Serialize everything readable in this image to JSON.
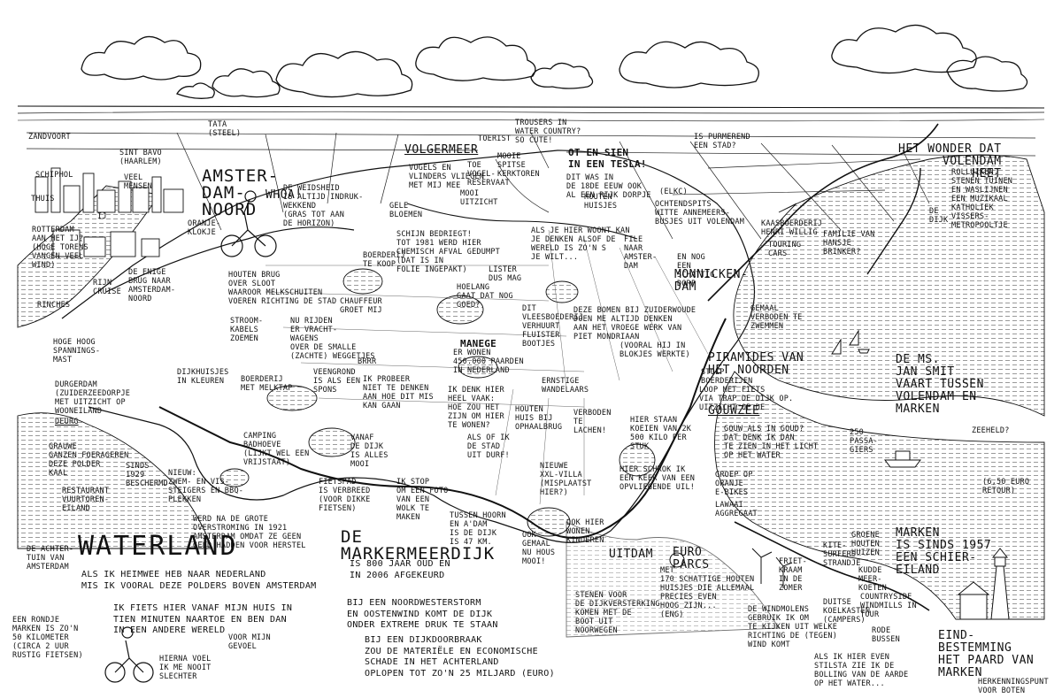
{
  "map": {
    "title": "WATERLAND",
    "colors": {
      "ink": "#111111",
      "paper": "#ffffff",
      "water_hatch": "#444444"
    }
  },
  "places": {
    "zandvoort": "ZANDVOORT",
    "tata": "TATA\n(STEEL)",
    "sint_bavo": "SINT BAVO\n(HAARLEM)",
    "schiphol": "SCHIPHOL",
    "thuis": "THUIS",
    "veel_mensen": "VEEL\nMENSEN",
    "amsterdam_noord": "AMSTER-\nDAM-\nNOORD",
    "whoa": "WHOA!",
    "volgermeer": "VOLGERMEER",
    "mooi_uitzicht": "MOOI\nUITZICHT",
    "houten_huisjes": "HOUTEN\nHUISJES",
    "monnickendam": "MONNICKEN-\nDAM",
    "volendam": "HET WONDER DAT\nVOLENDAM\nHEET",
    "de_dijk": "DE\nDIJK",
    "manege": "MANEGE",
    "uitdam": "UITDAM",
    "euro_parcs": "EURO\nPARCS",
    "markermeerdijk": "DE\nMARKERMEERDIJK",
    "marken": "MARKEN\nIS SINDS 1957\nEEN SCHIER-\nEILAND",
    "paard_van_marken": "EIND-\nBESTEMMING\nHET PAARD VAN MARKEN",
    "herkenningspunt": "HERKENNINGSPUNT\nVOOR BOTEN",
    "ms_jan_smit": "DE MS.\nJAN SMIT\nVAART TUSSEN\nVOLENDAM EN\nMARKEN",
    "gouwzee": "GOUWZEE",
    "piramides": "PIRAMIDES VAN\nHET NOORDEN",
    "durgerdam": "DURGERDAM\n(ZUIDERZEEDORPJE\nMET UITZICHT OP\nWOONEILAND",
    "durgerdam_ul": "DEURG",
    "nieuw": "NIEUW:\nZWEM- EN VIS-\nSTEIGERS EN BBQ-\nPLEKKEN",
    "restaurant": "RESTAURANT\nVUURTOREN-\nEILAND",
    "camping": "CAMPING\nBADHOEVE\n(LIJKT WEL EEN\nVRIJSTAAT)",
    "rinches": "RINCHES",
    "ij_label": "IJ"
  },
  "annotations": {
    "trousers": "TROUSERS IN\nWATER COUNTRY?\nSO CUTE!",
    "toerist": "TOERIST",
    "mooie_spitse": "MOOIE\nSPITSE\nKERKTOREN",
    "ot_en_sien": "OT EN SIEN\nIN EEN TESLA!",
    "dit_was": "DIT WAS IN\nDE 18DE EEUW OOK\nAL EEN RIJK DORPJE",
    "is_purmerend": "IS PURMEREND\nEEN STAD?",
    "vogels": "VOGELS EN\nVLINDERS VLIEGEN\nMET MIJ MEE",
    "toe_vogel": "TOE\nVOGEL-\nRESERVAAT",
    "ochtendspits": "OCHTENDSPITS\nWITTE ANNEMEERS-\nBUSJES UIT VOLENDAM",
    "kaasboerderij": "KAASBOERDERIJ\nHENRI WILLIG",
    "familie_hansje": "FAMILIE VAN\nHANSJE\nBRINKER?",
    "rolluiken": "ROLLUIKEN,\nSTENEN TUINEN\nEN WASLIJNEN\nEEN MUZIKAAL\nKATHOLIEK\nVISSERS-\nMETROPOOLTJE",
    "weidsheid": "DE WEIDSHEID\nIS ALTIJD INDRUK-\nWEKKEND\n(GRAS TOT AAN\nDE HORIZON)",
    "schijn": "SCHIJN BEDRIEGT!\nTOT 1981 WERD HIER\nCHEMISCH AFVAL GEDUMPT\n(DAT IS IN\nFOLIE INGEPAKT)",
    "hoelang": "HOELANG\nGAAT DAT NOG\nGOED?",
    "ik_wonen": "ALS JE HIER WOONT KAN\nJE DENKEN ALSOF DE\nWERELD IS ZO'N S\nJE WILT...",
    "file": "FILE\nNAAR\nAMSTER-\nDAM",
    "en_nog": "EN NOG\nEEN\nSCHATTIG\nDORP",
    "rotterdam": "ROTTERDAM\nAAN HET IJ?\n(HOGE TORENS\nVANGEN VEEL\nWIND)",
    "enige_brug": "DE ENIGE\nBRUG NAAR\nAMSTERDAM-\nNOORD",
    "houten_brug": "HOUTEN BRUG\nOVER SLOOT\nWAAROOR MELKSCHUITEN\nVOEREN RICHTING DE STAD",
    "chauffeur": "CHAUFFEUR\nGROET MIJ",
    "nu_rijden": "NU RIJDEN\nER VRACHT-\nWAGENS\nOVER DE SMALLE\n(ZACHTE) WEGGETJES",
    "stroomkabels": "STROOM-\nKABELS\nZOEMEN",
    "hoge_spanning": "HOGE HOOG\nSPANNINGS-\nMAST",
    "dijkhuisjes": "DIJKHUISJES\nIN KLEUREN",
    "boerderij_melktap": "BOERDERIJ\nMET MELKTAP",
    "veengrond": "VEENGROND\nIS ALS EEN\nSPONS",
    "brrr": "BRRR",
    "probeer": "IK PROBEER\nNIET TE DENKEN\nAAN HOE DIT MIS\nKAN GAAN",
    "er_wonen": "ER WONEN\n450.000 PAARDEN\nIN NEDERLAND",
    "bomen": "DEZE BOMEN BIJ ZUIDERWOUDE\nDOEN ME ALTIJD DENKEN\nAAN HET VROEGE WERK VAN\nPIET MONDRIAAN",
    "vooral": "(VOORAL HIJ IN\nBLOKJES WERKTE)",
    "ernstige": "ERNSTIGE\nWANDELAARS",
    "ik_denk": "IK DENK HIER\nHEEL VAAK:\nHOE ZOU HET\nZIJN OM HIER\nTE WONEN?",
    "houten_huis": "HOUTEN\nHUIS BIJ\nOPHAALBRUG",
    "verboden": "VERBODEN\nTE\nLACHEN!",
    "kosten": "HIER STAAN\nKOEIEN VAN 2K\n500 KILO PER\nSTUK",
    "stolp": "STOLP\nBOERDERIJEN",
    "loop_fiets": "LOOP MET FIETS\nVIA TRAP DE DIJK OP.\nUITZICHT OP DE",
    "goud": "GOUW ALS IN GOUD?\nDAT DENK IK DAN\nTE ZIEN IN HET LICHT\nOP HET WATER",
    "passagiers": "250\nPASSA-\nGIERS",
    "zeeheld": "ZEEHELD?",
    "retour": "(6,50 EURO\nRETOUR)",
    "als_ik_durf": "ALS OF IK\nDE STAD\nUIT DURF!",
    "ik_stop": "IK STOP\nOM EEN FOTO\nVAN EEN\nWOLK TE\nMAKEN",
    "nieuwe_villa": "NIEUWE\nXXL-VILLA\n(MISPLAATST\nHIER?)",
    "schrok": "HIER SCHROK IK\nEEN KEER VAN EEN\nOPVLIEGENDE UIL!",
    "groep": "GROEP OP\nORANJE\nE-BIKES",
    "tussen_hoorn": "TUSSEN HOORN\nEN A'DAM\nIS DE DIJK\nIS 47 KM.",
    "ook_hier": "OOK HIER\nWONEN\nKINDEREN",
    "ook_gemaal": "OOK\nGEMAAL\nNU HOUS\nMOOI!",
    "stenen": "STENEN VOOR\nDE DIJKVERSTERKING\nKOMEN MET DE\nBOOT UIT\nNOORWEGEN",
    "schattige": "MET\n170 SCHATTIGE HOUTEN\nHUISJES DIE ALLEMAAL\nPRECIES EVEN\nHOOG ZIJN...\n(ENG)",
    "frietkraam": "FRIET-\nKRAAM\nIN DE\nZOMER",
    "kitesurfers": "KITE-\nSURFERS\nSTRANDJE",
    "kudde": "KUDDE\nMEER-\nKOETEN",
    "windmolens": "DE WINDMOLENS\nGEBRUIK IK OM\nTE KIJKEN UIT WELKE\nRICHTING DE (TEGEN)\nWIND KOMT",
    "duitse": "DUITSE\nKOELKASTEN\n(CAMPERS)",
    "countryside": "COUNTRYSIDE\nWINDMILLS IN\nTOUR",
    "rode_bussen": "RODE\nBUSSEN",
    "groene_houten": "GROENE\nHOUTEN\nHUIZEN",
    "als_ik_hier": "ALS IK HIER EVEN\nSTILSTA ZIE IK DE\nBOLLING VAN DE AARDE\nOP HET WATER...",
    "werd_na": "WERD NA DE GROTE\nOVERSTROMING IN 1921\nAMSTERDAM OMDAT ZE GEEN\nGELD HADDEN VOOR HERSTEL",
    "markermeerdijk_age": "IS 800 JAAR OUD EN\nIN 2006 AFGEKEURD",
    "noordwesterstorm": "BIJ EEN NOORDWESTERSTORM\nEN OOSTENWIND KOMT DE DIJK\nONDER EXTREME DRUK TE STAAN",
    "dijkdoorbraak": "BIJ EEN DIJKDOORBRAAK\nZOU DE MATERIËLE EN ECONOMISCHE\nSCHADE IN HET ACHTERLAND\nOPLOPEN TOT ZO'N 25 MILJARD (EURO)",
    "achtertuin": "DE ACHTER-\nTUIN VAN\nAMSTERDAM",
    "heimwee": "ALS IK HEIMWEE HEB NAAR NEDERLAND\nMIS IK VOORAL DEZE POLDERS BOVEN AMSTERDAM",
    "fiets_hier": "IK FIETS HIER VANAF MIJN HUIS IN\nTIEN MINUTEN NAARTOE EN BEN DAN\nIN EEN ANDERE WERELD",
    "voor_mijn": "VOOR MIJN\nGEVOEL",
    "rondje": "EEN RONDJE\nMARKEN IS ZO'N\n50 KILOMETER\n(CIRCA 2 UUR\nRUSTIG FIETSEN)",
    "hierna": "HIERNA VOEL\nIK ME NOOIT\nSLECHTER",
    "grauwe": "GRAUWE\nGANZEN FOERAGEREN\nDEZE POLDER\nKAAL",
    "sinds_1929": "SINDS\n1929\nBESCHERMD",
    "fietspad": "FIETSPAD\nIS VERBREED\n(VOOR DIKKE\nFIETSEN)",
    "vanaf": "VANAF\nDE DIJK\nIS ALLES\nMOOI",
    "boerderij_koop": "BOERDERIJ\nTE KOOP",
    "gele_bloemen": "GELE\nBLOEMEN",
    "vleesboerderij": "DIT\nVLEESBOEDERIJ\nVERHUURT\nFLUISTER\nBOOTJES",
    "lister": "LISTER\nDUS MAG",
    "gemaal": "GEMAAL\nVERBODEN TE\nZWEMMEN",
    "lawaai": "LAWAAI\nAGGREGAAT",
    "touringcars": "TOURING\nCARS",
    "elkc": "(ELKC)",
    "ringvaart_cruise": "RIJN\nCRUISE",
    "oranje_klokje": "ORANJE-\nKLOKJE"
  }
}
